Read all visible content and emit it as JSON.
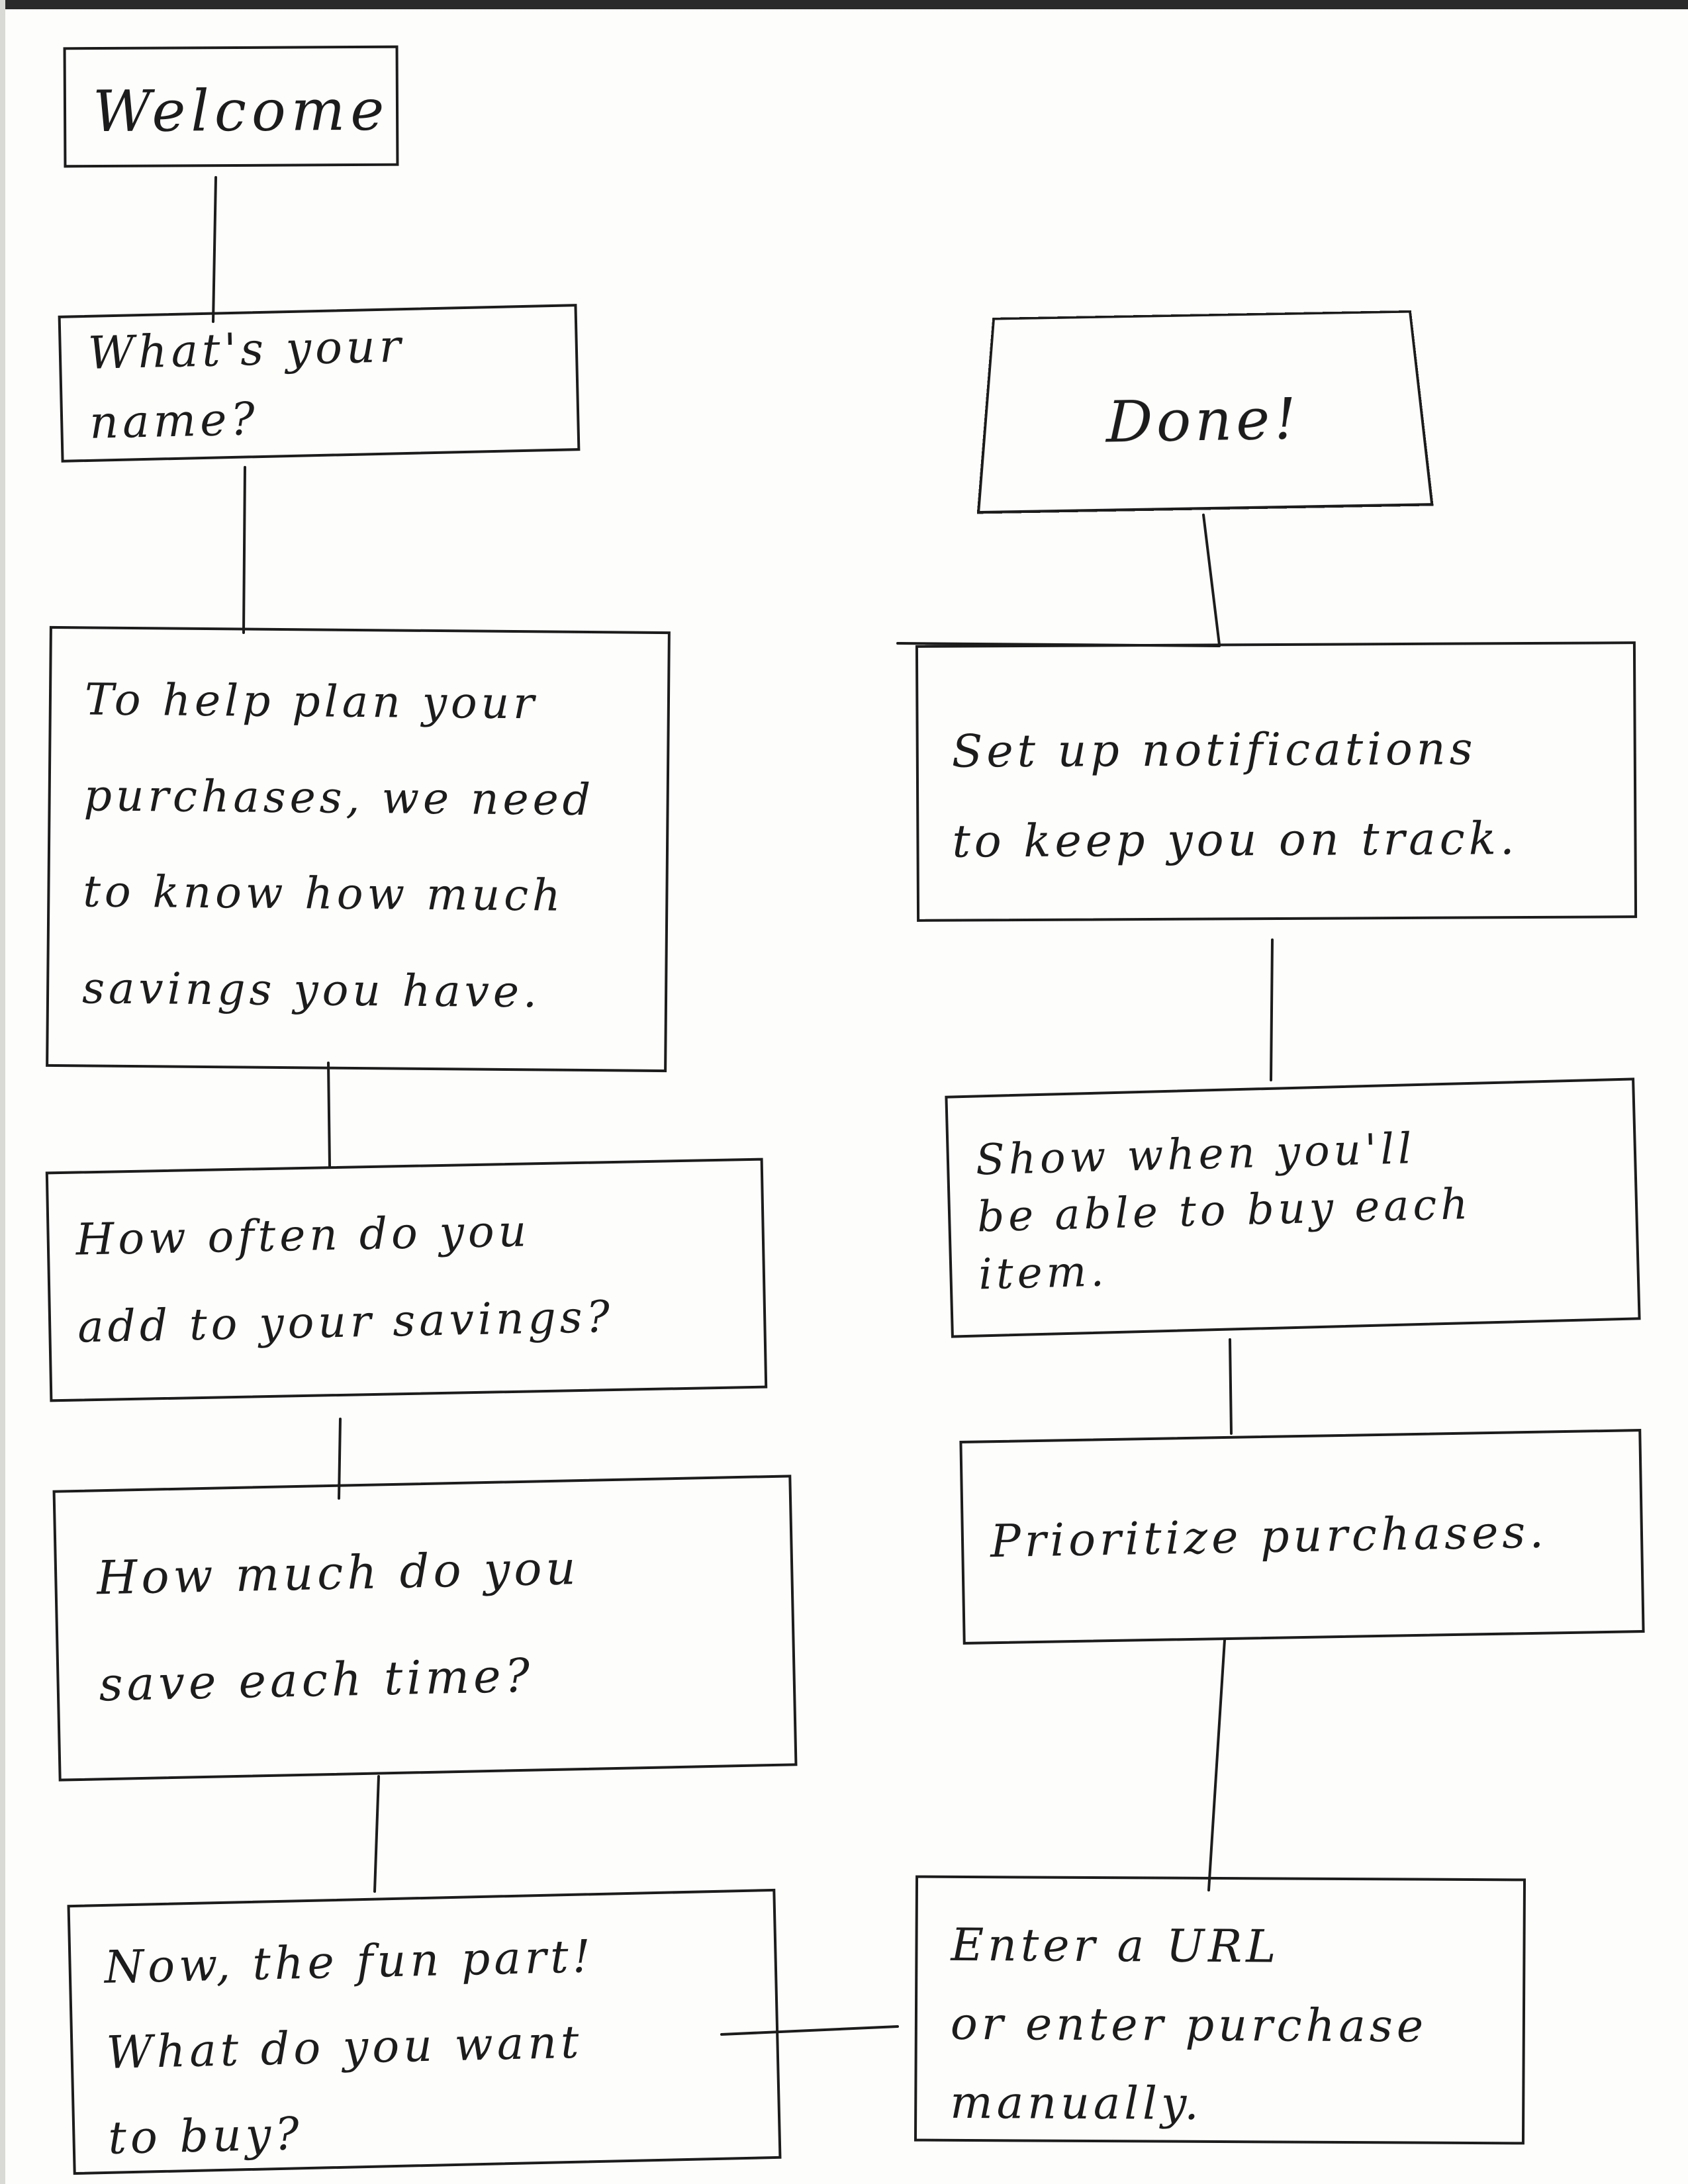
{
  "flow": {
    "left_column": [
      {
        "id": "welcome",
        "text": "Welcome"
      },
      {
        "id": "name",
        "text": "What's your name?"
      },
      {
        "id": "savings",
        "text": "To help plan your\npurchases, we need\nto know how much\nsavings you have."
      },
      {
        "id": "often",
        "text": "How often do you\nadd to your savings?"
      },
      {
        "id": "much",
        "text": "How much do you\nsave each time?"
      },
      {
        "id": "fun",
        "text": "Now, the fun part!\nWhat do you want\nto buy?"
      }
    ],
    "right_column": [
      {
        "id": "done",
        "text": "Done!"
      },
      {
        "id": "notif",
        "text": "Set up notifications\nto keep you on track."
      },
      {
        "id": "show",
        "text": "Show when you'll\nbe able to buy each\nitem."
      },
      {
        "id": "prior",
        "text": "Prioritize purchases."
      },
      {
        "id": "url",
        "text": "Enter a URL\nor enter purchase\nmanually."
      }
    ]
  },
  "colors": {
    "ink": "#1c1c1c",
    "paper": "#fdfdfb"
  }
}
